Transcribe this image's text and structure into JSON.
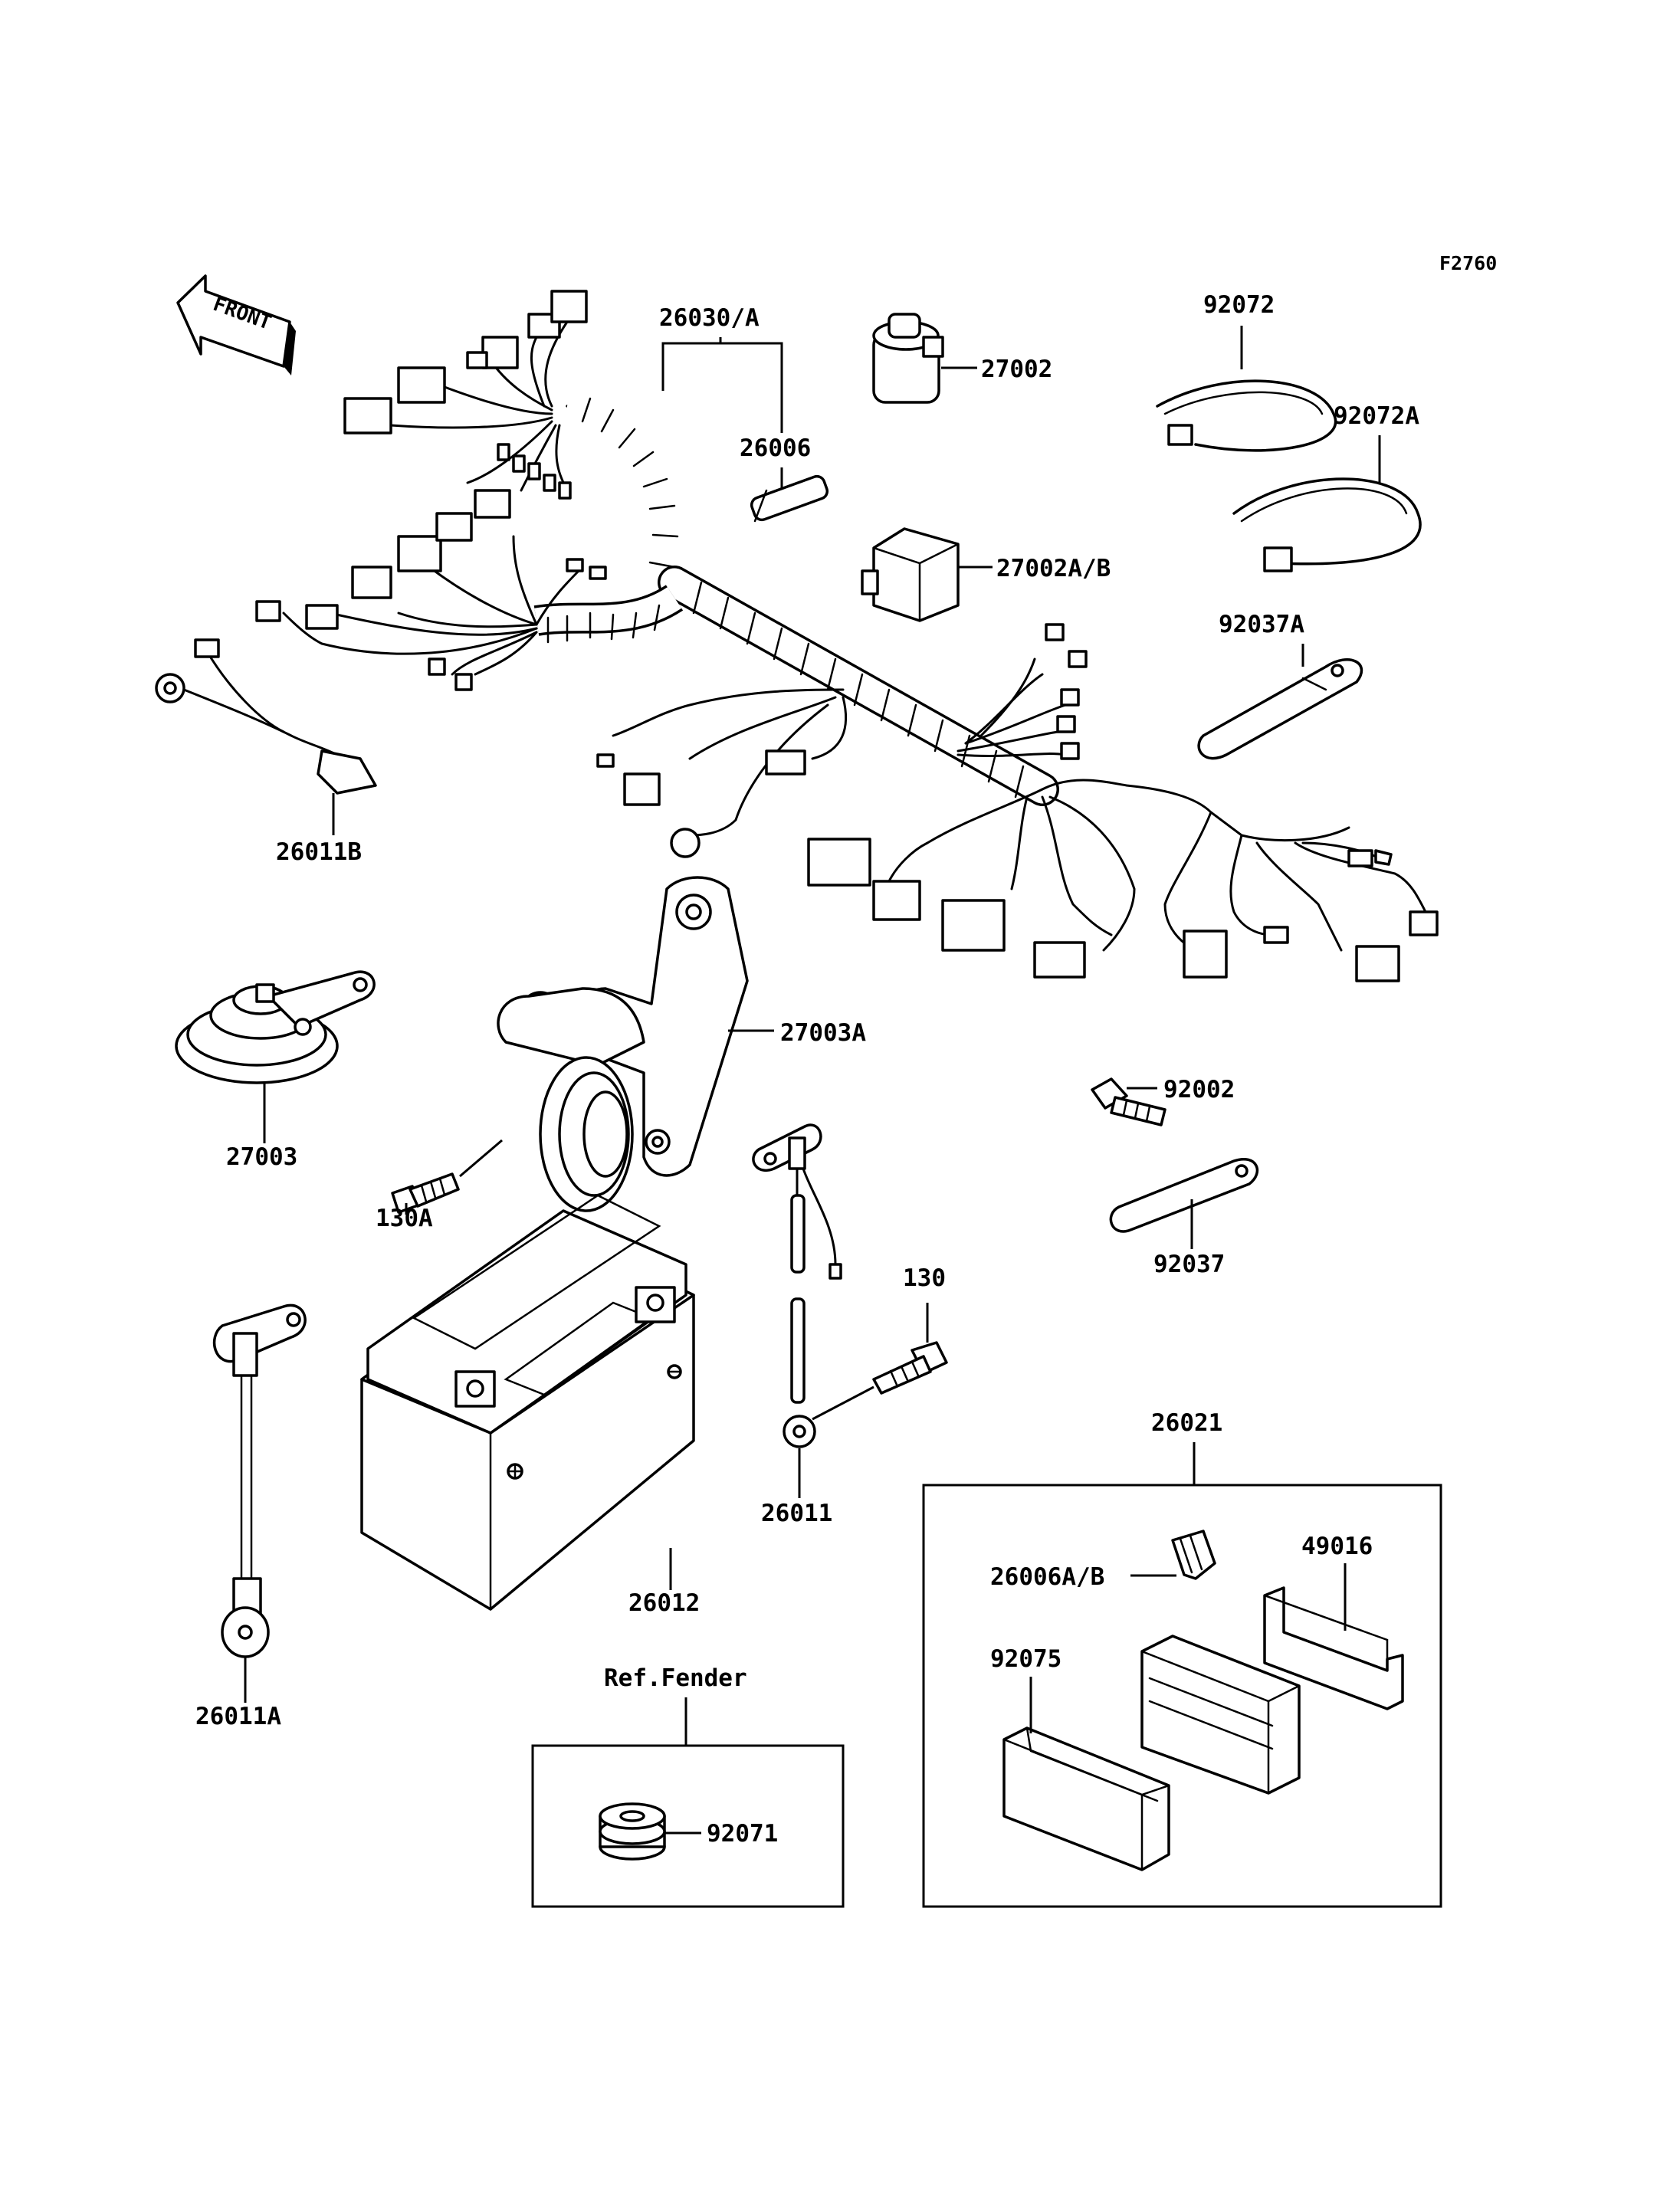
{
  "figure_code": "F2760",
  "front_label": "FRONT",
  "ref_label": "Ref.Fender",
  "parts": {
    "p26030A": "26030/A",
    "p26006": "26006",
    "p27002": "27002",
    "p27002AB": "27002A/B",
    "p92072": "92072",
    "p92072A": "92072A",
    "p92037A": "92037A",
    "p26011B": "26011B",
    "p27003": "27003",
    "p27003A": "27003A",
    "p130A": "130A",
    "p92002": "92002",
    "p92037": "92037",
    "p130": "130",
    "p26011": "26011",
    "p26012": "26012",
    "p26011A": "26011A",
    "p26021": "26021",
    "p26006AB": "26006A/B",
    "p49016": "49016",
    "p92075": "92075",
    "p92071": "92071"
  }
}
